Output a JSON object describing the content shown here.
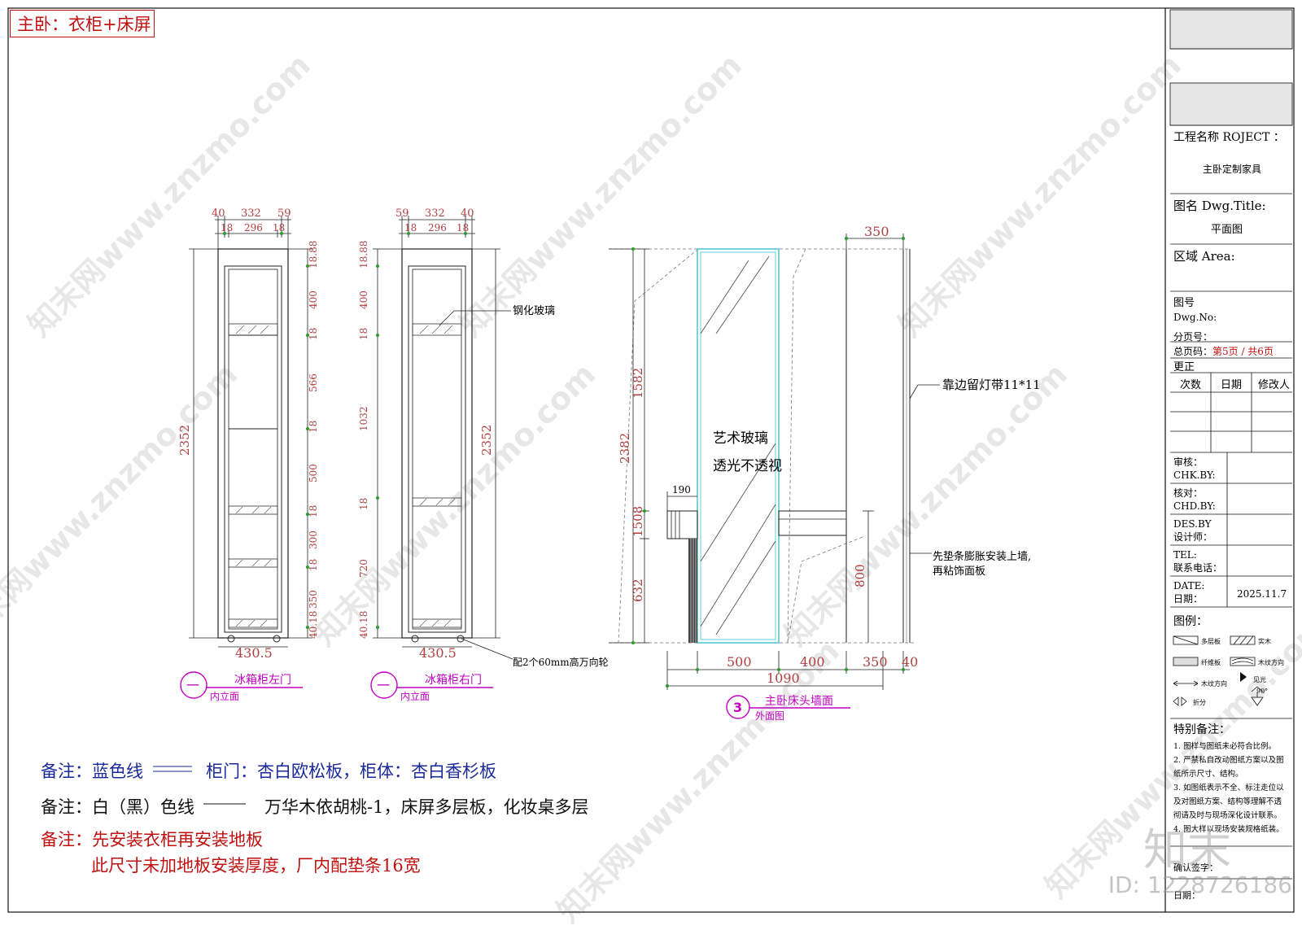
{
  "sheet_title": "主卧：衣柜+床屏",
  "views": {
    "left_door": {
      "top_dims": [
        "40",
        "332",
        "59"
      ],
      "inner_dims": [
        "18",
        "296",
        "18"
      ],
      "height": "2352",
      "width": "430.5",
      "right_dims": [
        "18.88",
        "400",
        "18",
        "566",
        "18",
        "500",
        "18",
        "300",
        "18",
        "350",
        "40.18"
      ],
      "label_num": "一",
      "label": "冰箱柜左门",
      "sublabel": "内立面"
    },
    "right_door": {
      "top_dims": [
        "59",
        "332",
        "40"
      ],
      "inner_dims": [
        "18",
        "296",
        "18"
      ],
      "height": "2352",
      "width": "430.5",
      "left_dims": [
        "18.88",
        "400",
        "18",
        "1032",
        "18",
        "720",
        "40.18"
      ],
      "callout_glass": "钢化玻璃",
      "callout_wheel": "配2个60mm高万向轮",
      "label_num": "一",
      "label": "冰箱柜右门",
      "sublabel": "内立面"
    },
    "headboard": {
      "top_dim": "350",
      "left_dims": [
        "2382",
        "1582",
        "1508",
        "632"
      ],
      "shelf_dim": "190",
      "glass_text_1": "艺术玻璃",
      "glass_text_2": "透光不透视",
      "led_note": "靠边留灯带11*11",
      "mount_note_1": "先垫条膨胀安装上墙,",
      "mount_note_2": "再粘饰面板",
      "height_800": "800",
      "bottom_dims": [
        "500",
        "400",
        "350",
        "40"
      ],
      "total": "1090",
      "label_num": "3",
      "label": "主卧床头墙面",
      "sublabel": "外面图"
    }
  },
  "notes": {
    "blue_prefix": "备注：蓝色线",
    "blue_text": "柜门：杏白欧松板，柜体：杏白香杉板",
    "black_prefix": "备注：白（黑）色线",
    "black_text": "万华木依胡桃-1，床屏多层板，化妆桌多层",
    "red_line1": "备注：先安装衣柜再安装地板",
    "red_line2": "此尺寸未加地板安装厚度，厂内配垫条16宽"
  },
  "titleblock": {
    "project_label": "工程名称 ROJECT ：",
    "project_value": "主卧定制家具",
    "dwg_title_label": "图名 Dwg.Title:",
    "dwg_title_value": "平面图",
    "area_label": "区域   Area:",
    "dwg_no_label": "图号",
    "dwg_no_sub": "Dwg.No:",
    "subpage": "分页号：",
    "total_prefix": "总页码：",
    "total_page": "第5页 / 共6页",
    "revision": "更正",
    "rev_cols": [
      "次数",
      "日期",
      "修改人"
    ],
    "chk": "审核：",
    "chk_en": "CHK.BY:",
    "chd": "核对：",
    "chd_en": "CHD.BY:",
    "des": "DES.BY",
    "des_cn": "设计师：",
    "tel": "TEL:",
    "tel_cn": "联系电话：",
    "date": "DATE:",
    "date_cn": "日期：",
    "date_value": "2025.11.7",
    "legend": "图例：",
    "legend_items": [
      "多层板",
      "实木",
      "纤维板",
      "木纹方向",
      "木纹方向",
      "见光",
      "折分"
    ],
    "legend_angle": "90°",
    "notes_title": "特别备注：",
    "notes_lines": [
      "1. 图样与图纸未必符合比例。",
      "2. 严禁私自改动图纸方案以及图",
      "纸所示尺寸、结构。",
      "3. 如图纸表示不全、标注走位以",
      "及对图纸方案、结构等理解不透",
      "彻请及时与现场深化设计联系。",
      "4. 图大样以现场安装规格纸装。"
    ],
    "confirm": "确认签字：",
    "date2": "日期："
  },
  "watermark": {
    "text": "知末网www.znzmo.com",
    "id": "ID: 1228726186",
    "logo": "知末"
  }
}
